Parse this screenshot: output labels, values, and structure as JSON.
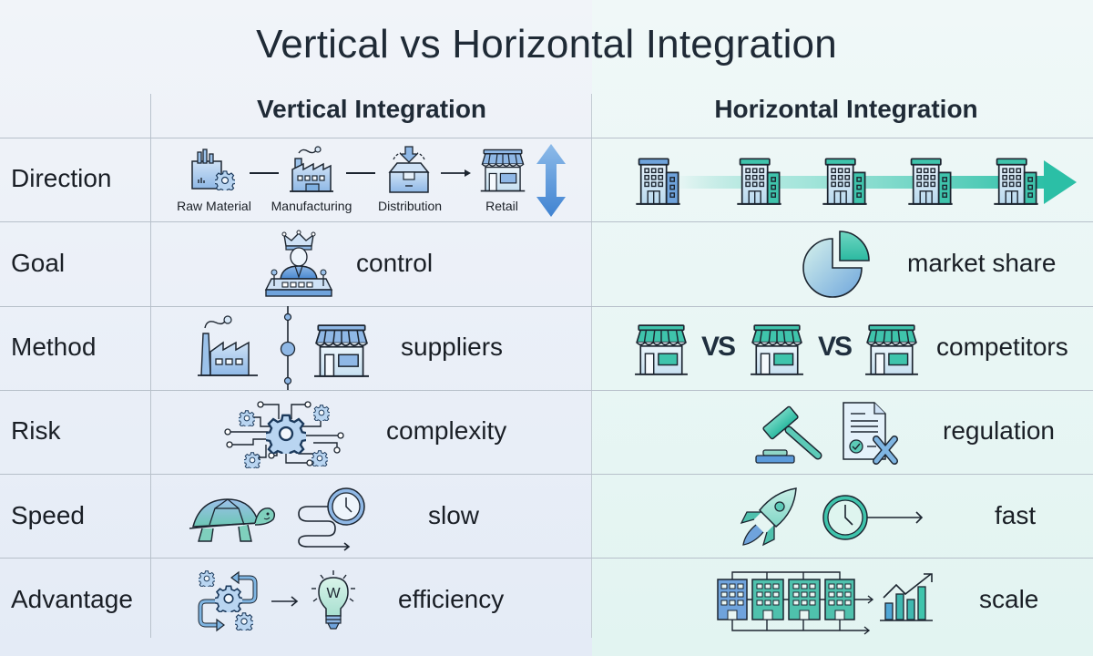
{
  "title": "Vertical vs Horizontal Integration",
  "columns": {
    "vertical": "Vertical Integration",
    "horizontal": "Horizontal Integration"
  },
  "colors": {
    "vertical_accent": "#4a8fd6",
    "horizontal_accent": "#2bbfa6",
    "text": "#1c2530",
    "grid_line": "#b7c0ca"
  },
  "rows": [
    {
      "label": "Direction",
      "vertical": {
        "icons": [
          "raw-material-icon",
          "factory-icon",
          "distribution-box-icon",
          "retail-store-icon",
          "vertical-double-arrow-icon"
        ],
        "chain_labels": [
          "Raw Material",
          "Manufacturing",
          "Distribution",
          "Retail"
        ]
      },
      "horizontal": {
        "icons": [
          "building-icon",
          "building-icon",
          "building-icon",
          "building-icon",
          "building-icon",
          "right-arrow-icon"
        ]
      }
    },
    {
      "label": "Goal",
      "vertical": {
        "icons": [
          "king-control-panel-icon"
        ],
        "text": "control"
      },
      "horizontal": {
        "icons": [
          "pie-chart-icon"
        ],
        "text": "market share"
      }
    },
    {
      "label": "Method",
      "vertical": {
        "icons": [
          "factory-icon",
          "supply-chain-line-icon",
          "store-icon"
        ],
        "text": "suppliers"
      },
      "horizontal": {
        "icons": [
          "store-icon",
          "vs-icon",
          "store-icon",
          "vs-icon",
          "store-icon"
        ],
        "vs": "VS",
        "text": "competitors"
      }
    },
    {
      "label": "Risk",
      "vertical": {
        "icons": [
          "gear-network-icon"
        ],
        "text": "complexity"
      },
      "horizontal": {
        "icons": [
          "gavel-icon",
          "rejected-document-icon"
        ],
        "text": "regulation"
      }
    },
    {
      "label": "Speed",
      "vertical": {
        "icons": [
          "turtle-icon",
          "winding-clock-icon"
        ],
        "text": "slow"
      },
      "horizontal": {
        "icons": [
          "rocket-icon",
          "clock-arrow-icon"
        ],
        "text": "fast"
      }
    },
    {
      "label": "Advantage",
      "vertical": {
        "icons": [
          "gears-cycle-icon",
          "arrow-icon",
          "lightbulb-icon"
        ],
        "bulb_letter": "W",
        "text": "efficiency"
      },
      "horizontal": {
        "icons": [
          "connected-buildings-icon",
          "growth-chart-icon"
        ],
        "text": "scale"
      }
    }
  ]
}
